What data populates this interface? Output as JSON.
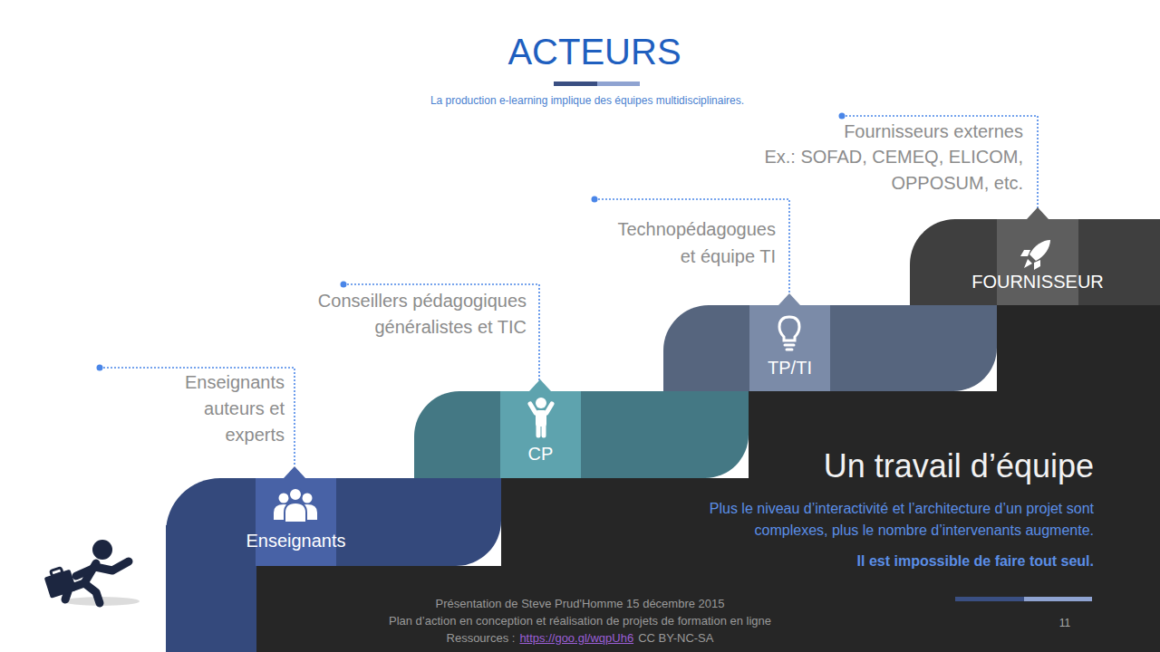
{
  "diagram": {
    "title": "ACTEURS",
    "nodes": [
      {
        "text": [
          "Enseignants"
        ]
      },
      {
        "text": [
          "CP"
        ]
      },
      {
        "text": [
          "TP/TI"
        ]
      },
      {
        "text": [
          "FOURNISSEUR"
        ]
      }
    ],
    "labels": [
      "La production e-learning implique des équipes multidisciplinaires.",
      "Enseignants auteurs et experts",
      "Conseillers pédagogiques généralistes et TIC",
      "Technopédagogues et équipe TI",
      "Fournisseurs externes",
      "Ex.: SOFAD, CEMEQ, ELICOM, OPPOSUM, etc.",
      "Un travail d’équipe",
      "Plus le niveau d’interactivité et l’architecture d’un projet sont complexes, plus le nombre d’intervenants augmente.",
      "Il est impossible de faire tout seul.",
      "Présentation de Steve Prud'Homme 15 décembre 2015",
      "Plan d’action en conception et réalisation de projets de formation en ligne",
      "Ressources :",
      "https://goo.gl/wqpUh6",
      "CC BY-NC-SA",
      "11"
    ]
  }
}
